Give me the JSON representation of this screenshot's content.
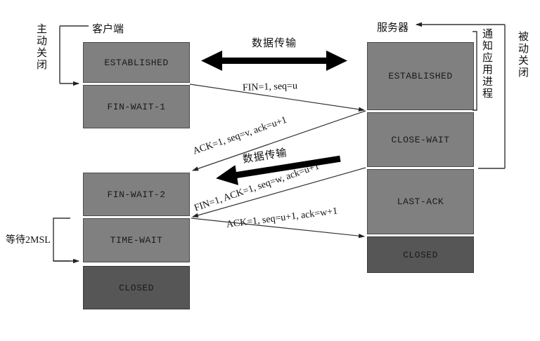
{
  "diagram": {
    "title_client": "客户端",
    "title_server": "服务器",
    "client_side_note": "主动关闭",
    "server_side_note": "被动关闭",
    "server_app_note": "通知应用进程",
    "wait_note": "等待2MSL",
    "colors": {
      "state_fill": "#808080",
      "closed_fill": "#565656",
      "line": "#333333",
      "thick_arrow": "#000000",
      "text": "#101010",
      "background": "#ffffff"
    }
  },
  "client_states": [
    {
      "label": "ESTABLISHED"
    },
    {
      "label": "FIN-WAIT-1"
    },
    {
      "label": "FIN-WAIT-2"
    },
    {
      "label": "TIME-WAIT"
    },
    {
      "label": "CLOSED"
    }
  ],
  "server_states": [
    {
      "label": "ESTABLISHED"
    },
    {
      "label": "CLOSE-WAIT"
    },
    {
      "label": "LAST-ACK"
    },
    {
      "label": "CLOSED"
    }
  ],
  "data_transfer_labels": [
    {
      "label": "数据传输"
    },
    {
      "label": "数据传输"
    }
  ],
  "messages": [
    {
      "label": "FIN=1,  seq=u"
    },
    {
      "label": "ACK=1, seq=v, ack=u+1"
    },
    {
      "label": "FIN=1,  ACK=1,  seq=w, ack=u+1"
    },
    {
      "label": "ACK=1, seq=u+1, ack=w+1"
    }
  ]
}
